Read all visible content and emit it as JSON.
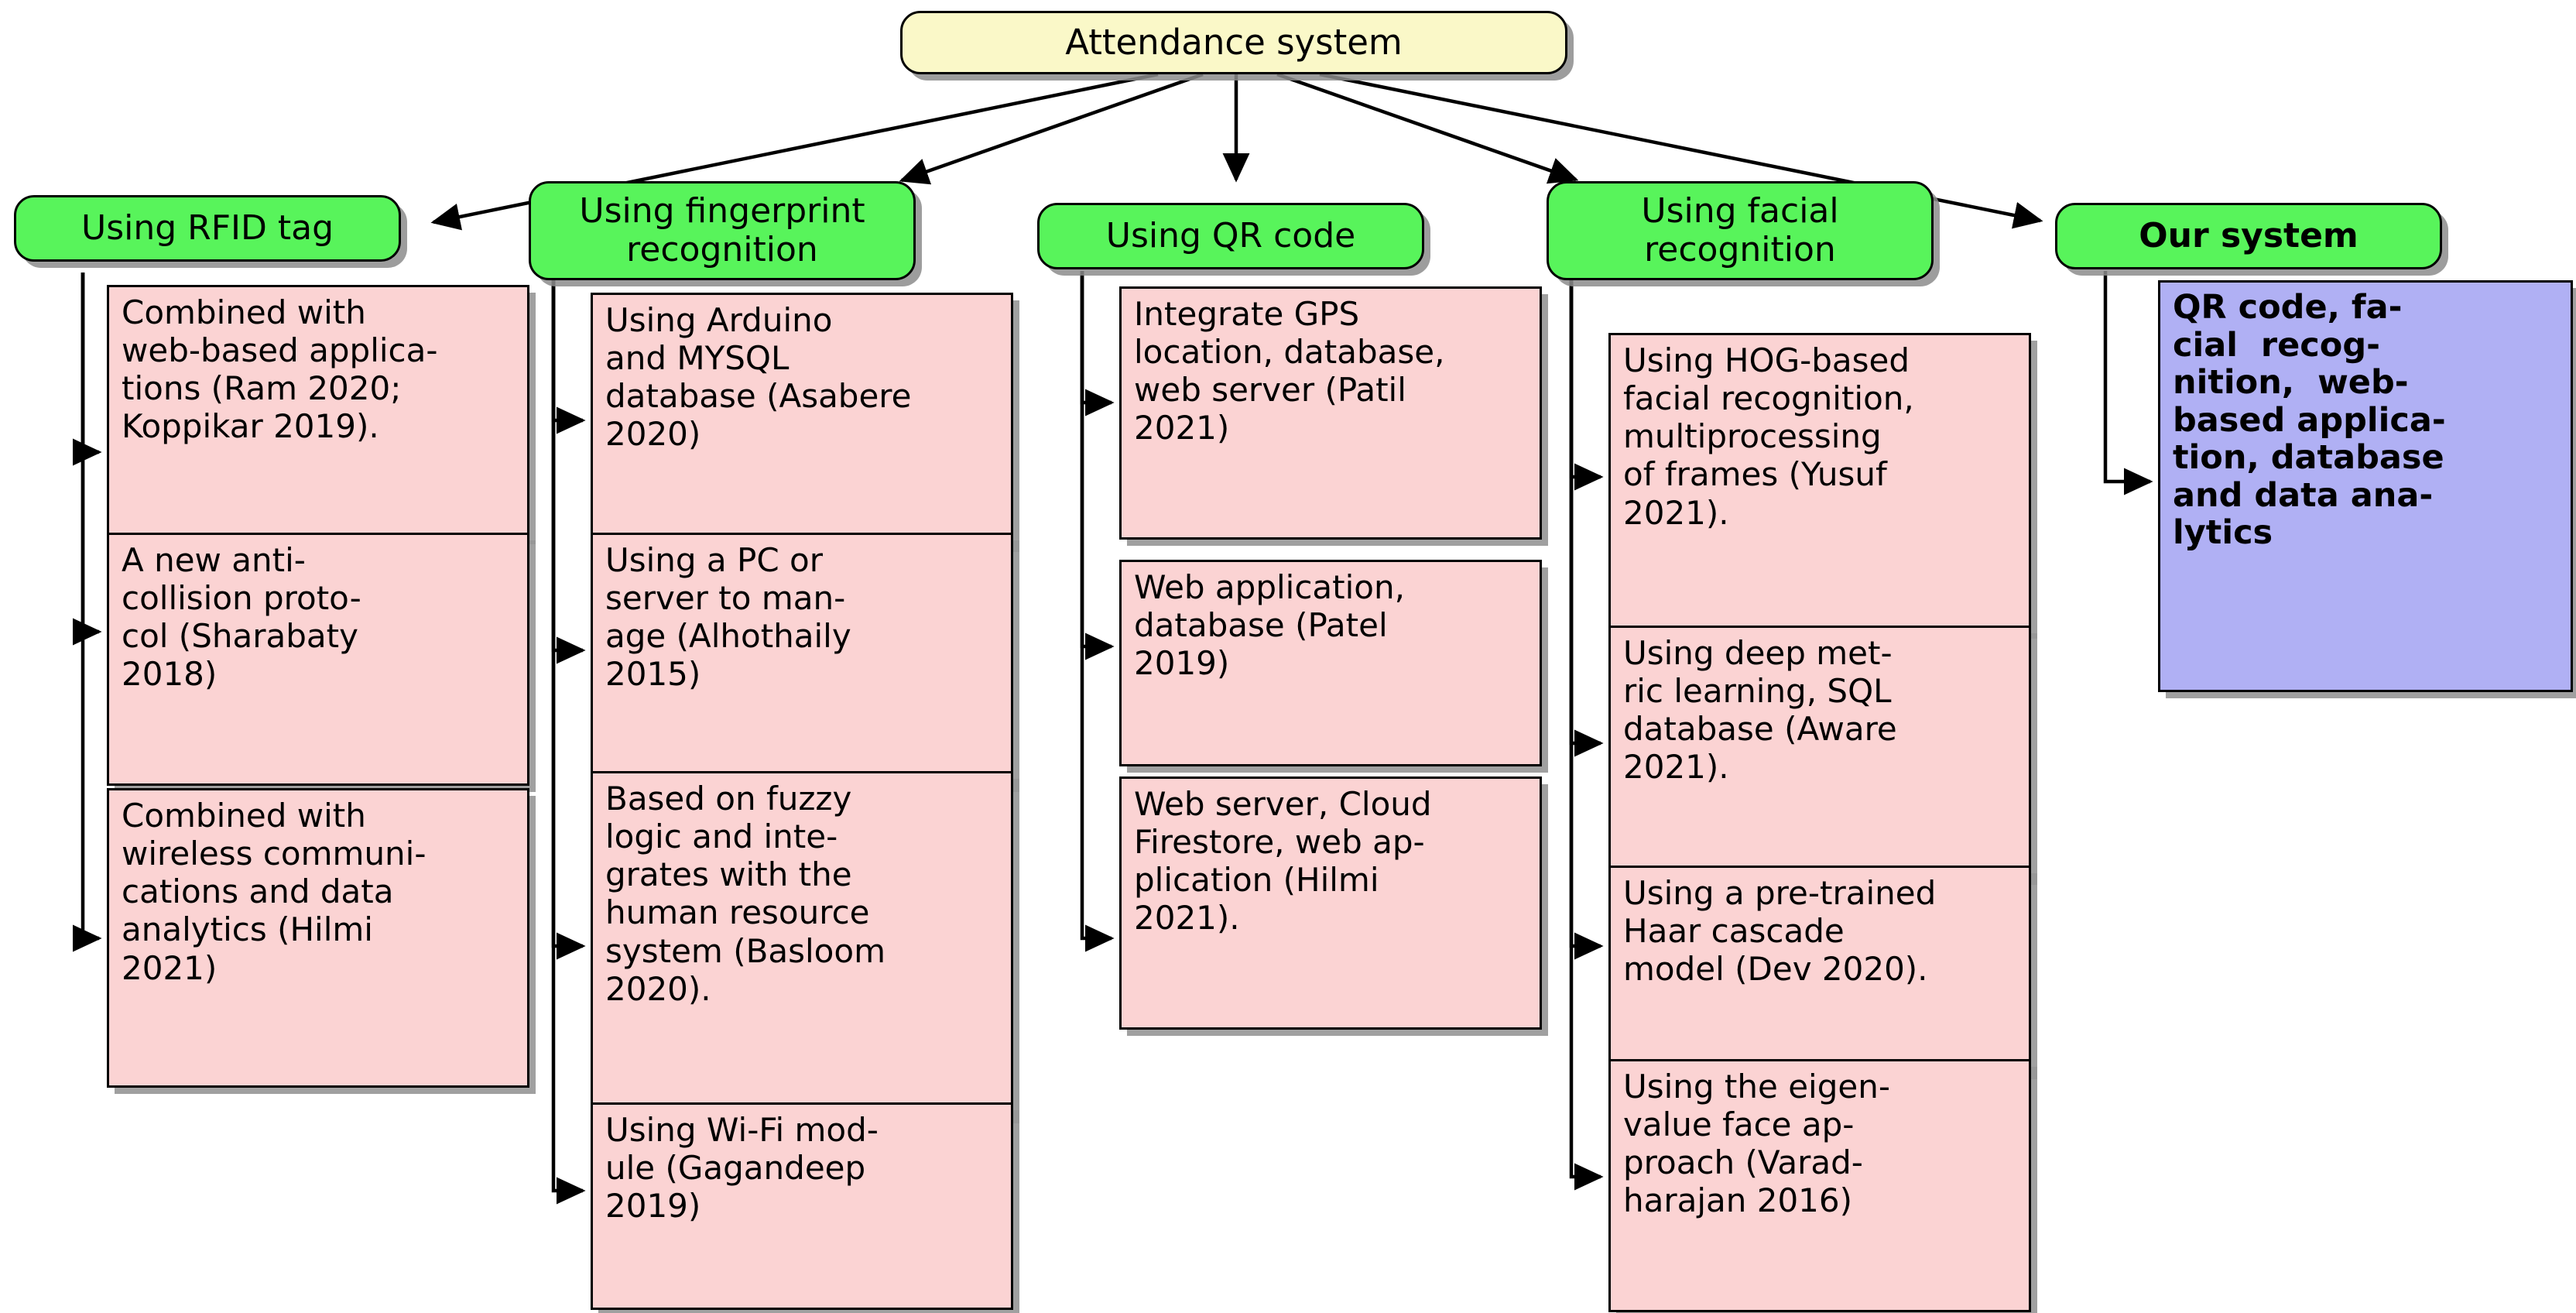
{
  "diagram": {
    "title": "Attendance system taxonomy",
    "colors": {
      "root_fill": "#faf8c8",
      "category_fill": "#58f45b",
      "leaf_fill": "#fbd3d3",
      "our_system_fill": "#b0b0f4",
      "stroke": "#000000",
      "shadow": "#969696",
      "background": "#ffffff"
    },
    "root": {
      "label": "Attendance system"
    },
    "categories": [
      {
        "id": "rfid",
        "label": "Using RFID tag",
        "lines": [
          "Using RFID tag"
        ]
      },
      {
        "id": "fingerprint",
        "label": "Using fingerprint recognition",
        "lines": [
          "Using fingerprint",
          "recognition"
        ]
      },
      {
        "id": "qr",
        "label": "Using QR code",
        "lines": [
          "Using QR code"
        ]
      },
      {
        "id": "facial",
        "label": "Using facial recognition",
        "lines": [
          "Using facial",
          "recognition"
        ]
      },
      {
        "id": "ours",
        "label": "Our system",
        "lines": [
          "Our system"
        ]
      }
    ],
    "leaves": {
      "rfid": [
        {
          "text": "Combined with web-based applications (Ram 2020; Koppikar 2019).",
          "lines": [
            "Combined with",
            "web-based applica-",
            "tions (Ram 2020;",
            "Koppikar 2019)."
          ]
        },
        {
          "text": "A new anti-collision protocol (Sharabaty 2018)",
          "lines": [
            "A new anti-",
            "collision proto-",
            "col (Sharabaty",
            "2018)"
          ]
        },
        {
          "text": "Combined with wireless communications and data analytics (Hilmi 2021)",
          "lines": [
            "Combined with",
            "wireless communi-",
            "cations and data",
            "analytics (Hilmi",
            "2021)"
          ]
        }
      ],
      "fingerprint": [
        {
          "text": "Using Arduino and MYSQL database (Asabere 2020)",
          "lines": [
            "Using Arduino",
            "and MYSQL",
            "database (Asabere",
            "2020)"
          ]
        },
        {
          "text": "Using a PC or server to manage (Alhothaily 2015)",
          "lines": [
            "Using a PC or",
            "server to man-",
            "age (Alhothaily",
            "2015)"
          ]
        },
        {
          "text": "Based on fuzzy logic and integrates with the human resource system (Basloom 2020).",
          "lines": [
            "Based on fuzzy",
            "logic and inte-",
            "grates with the",
            "human resource",
            "system (Basloom",
            "2020)."
          ]
        },
        {
          "text": "Using Wi-Fi module (Gagandeep 2019)",
          "lines": [
            "Using Wi-Fi mod-",
            "ule (Gagandeep",
            "2019)"
          ]
        }
      ],
      "qr": [
        {
          "text": "Integrate GPS location, database, web server (Patil 2021)",
          "lines": [
            "Integrate GPS",
            "location, database,",
            "web server (Patil",
            "2021)"
          ]
        },
        {
          "text": "Web application, database (Patel 2019)",
          "lines": [
            "Web application,",
            "database (Patel",
            "2019)"
          ]
        },
        {
          "text": "Web server, Cloud Firestore, web application (Hilmi 2021).",
          "lines": [
            "Web server, Cloud",
            "Firestore, web ap-",
            "plication (Hilmi",
            "2021)."
          ]
        }
      ],
      "facial": [
        {
          "text": "Using HOG-based facial recognition, multiprocessing of frames (Yusuf 2021).",
          "lines": [
            "Using HOG-based",
            "facial recognition,",
            "multiprocessing",
            "of frames (Yusuf",
            "2021)."
          ]
        },
        {
          "text": "Using deep metric learning, SQL database (Aware 2021).",
          "lines": [
            "Using deep met-",
            "ric learning, SQL",
            "database (Aware",
            "2021)."
          ]
        },
        {
          "text": "Using a pre-trained Haar cascade model (Dev 2020).",
          "lines": [
            "Using a pre-trained",
            "Haar cascade",
            "model (Dev 2020)."
          ]
        },
        {
          "text": "Using the eigenvalue face approach (Varadharajan 2016)",
          "lines": [
            "Using the eigen-",
            "value face ap-",
            "proach (Varad-",
            "harajan 2016)"
          ]
        }
      ],
      "ours": [
        {
          "text": "QR code, facial recognition, web-based application, database and data analytics",
          "lines": [
            "QR code, fa-",
            "cial  recog-",
            "nition,  web-",
            "based applica-",
            "tion, database",
            "and data ana-",
            "lytics"
          ]
        }
      ]
    }
  }
}
